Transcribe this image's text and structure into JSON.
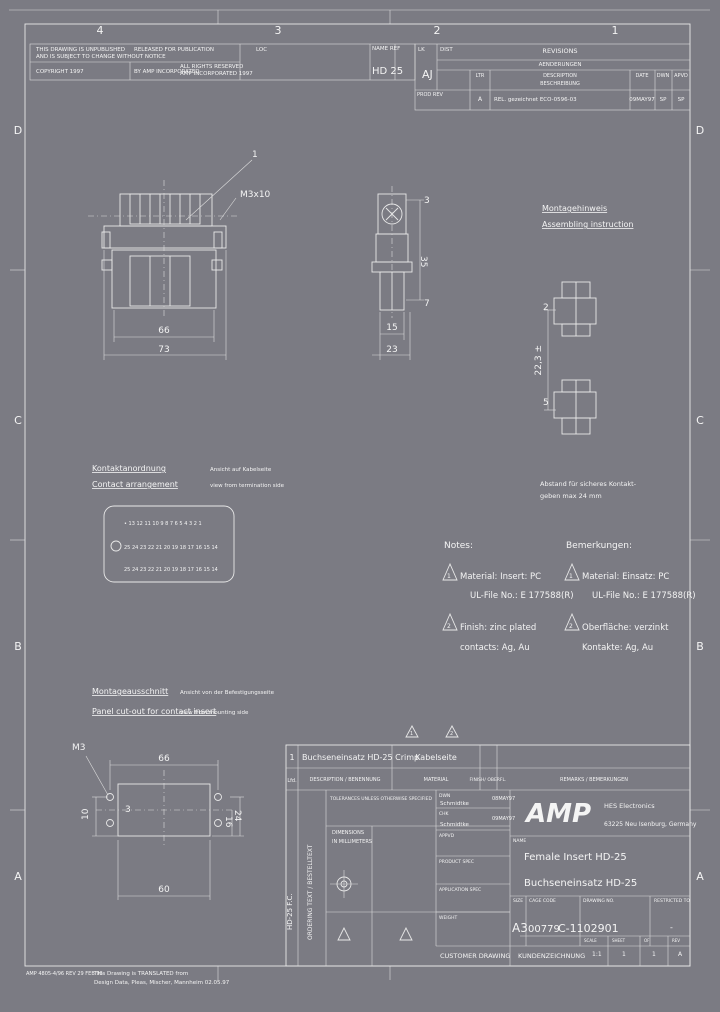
{
  "zones": {
    "top": [
      "4",
      "3",
      "2",
      "1"
    ],
    "side": [
      "D",
      "C",
      "B",
      "A"
    ]
  },
  "header": {
    "note1": "THIS DRAWING IS UNPUBLISHED",
    "note2": "AND IS SUBJECT TO CHANGE WITHOUT NOTICE",
    "copyright": "COPYRIGHT 1997",
    "released": "RELEASED FOR PUBLICATION",
    "released_by": "BY AMP INCORPORATED",
    "loc": "LOC",
    "rights": "ALL RIGHTS RESERVED",
    "rights2": "AMP INCORPORATED 1997",
    "name_ref": "NAME REF",
    "name_value": "HD 25",
    "dist": "DIST",
    "dist_value": "AJ",
    "lk": "LK"
  },
  "revisions": {
    "title": "REVISIONS",
    "subtitle": "AENDERUNGEN",
    "ltr": "LTR",
    "desc_head": "DESCRIPTION",
    "desc_head2": "BESCHREIBUNG",
    "date": "DATE",
    "dwn": "DWN",
    "apvd": "APVD",
    "row_ltr": "A",
    "row_desc": "REL. gezeichnet ECO-0596-03",
    "row_date": "09MAY97",
    "row_dwn": "SP",
    "row_apvd": "SP",
    "prod_rev": "PROD REV"
  },
  "front_view": {
    "callout": "1",
    "screw": "M3x10",
    "dim_inner": "66",
    "dim_outer": "73"
  },
  "side_view": {
    "dim_height": "35",
    "dim_top": "3",
    "dim_right": "7",
    "dim_inner": "15",
    "dim_outer": "23"
  },
  "assembly": {
    "title_de": "Montagehinweis",
    "title_en": "Assembling instruction",
    "dim": "22,3 ±",
    "dim_top": "2",
    "dim_bottom": "5",
    "note1": "Abstand für sicheres Kontakt-",
    "note2": "geben max 24 mm"
  },
  "contact": {
    "title_de": "Kontaktanordnung",
    "title_en": "Contact arrangement",
    "view_de": "Ansicht auf Kabelseite",
    "view_en": "view from termination side",
    "row1": "• 13 12 11 10 9 8 7 6 5 4 3 2 1",
    "row2": "25 24 23 22 21 20 19 18 17 16 15 14"
  },
  "notes": {
    "title_en": "Notes:",
    "title_de": "Bemerkungen:",
    "n1_marker": "1",
    "n1_en_a": "Material: Insert: PC",
    "n1_en_b": "UL-File No.: E 177588(R)",
    "n1_de_a": "Material:     Einsatz: PC",
    "n1_de_b": "UL-File No.: E 177588(R)",
    "n2_marker": "2",
    "n2_en_a": "Finish: zinc plated",
    "n2_en_b": "contacts: Ag, Au",
    "n2_de_a": "Oberfläche: verzinkt",
    "n2_de_b": "Kontakte: Ag, Au"
  },
  "panel": {
    "title_de": "Montageausschnitt",
    "title_en": "Panel cut-out for contact insert",
    "view_de": "Ansicht von der Befestigungsseite",
    "view_en": "view from mounting side",
    "screw": "M3",
    "dim_top": "66",
    "dim_bottom": "60",
    "dim_left": "10",
    "dim_small": "3",
    "dim_right_a": "16",
    "dim_right_b": "24"
  },
  "title_block": {
    "marker1": "1",
    "marker2": "2",
    "item_no": "1",
    "item_desc": "Buchseneinsatz HD-25 Crimp",
    "item_material": "Kabelseite",
    "item_de_no": "Lfd.",
    "desc_head": "DESCRIPTION / BENENNUNG",
    "material_head": "MATERIAL",
    "finish_head": "FINISH/ OBERFL.",
    "remarks_head": "REMARKS / BEMERKUNGEN",
    "tolerances": "TOLERANCES UNLESS OTHERWISE SPECIFIED",
    "dimensions": "DIMENSIONS",
    "dim_units": "IN MILLIMETERS",
    "dwn": "DWN",
    "dwn_name": "Schmidtke",
    "dwn_date": "08MAY97",
    "chk": "CHK",
    "chk_name": "Schmidtke",
    "chk_date": "09MAY97",
    "appvd": "APPVD",
    "prod_spec": "PRODUCT SPEC",
    "app_spec": "APPLICATION SPEC",
    "weight": "WEIGHT",
    "customer_drawing": "CUSTOMER DRAWING",
    "kunden": "KUNDENZEICHNUNG",
    "side_text": "HD-25 F.C.",
    "side_text2": "ORDERING TEXT / BESTELLTEXT",
    "company": "AMP",
    "division": "HES Electronics",
    "location": "63225 Neu Isenburg, Germany",
    "name_label": "NAME",
    "name_en": "Female Insert HD-25",
    "name_de": "Buchseneinsatz HD-25",
    "size_label": "SIZE",
    "size": "A3",
    "cage_label": "CAGE CODE",
    "cage": "00779",
    "dwg_label": "DRAWING NO.",
    "dwg_no": "C-1102901",
    "restr_label": "RESTRICTED TO",
    "restr": "-",
    "scale_label": "SCALE",
    "scale": "1:1",
    "sheet_label": "SHEET",
    "sheet_no": "1",
    "of_label": "OF",
    "sheet_of": "1",
    "rev_label": "REV",
    "rev": "A"
  },
  "footer": {
    "form": "AMP 4805-4/96 REV 29 FEB 96",
    "l1": "This Drawing is TRANSLATED from",
    "l2": "Design Data, Pleas, Mischer, Mannheim 02.05.97"
  }
}
